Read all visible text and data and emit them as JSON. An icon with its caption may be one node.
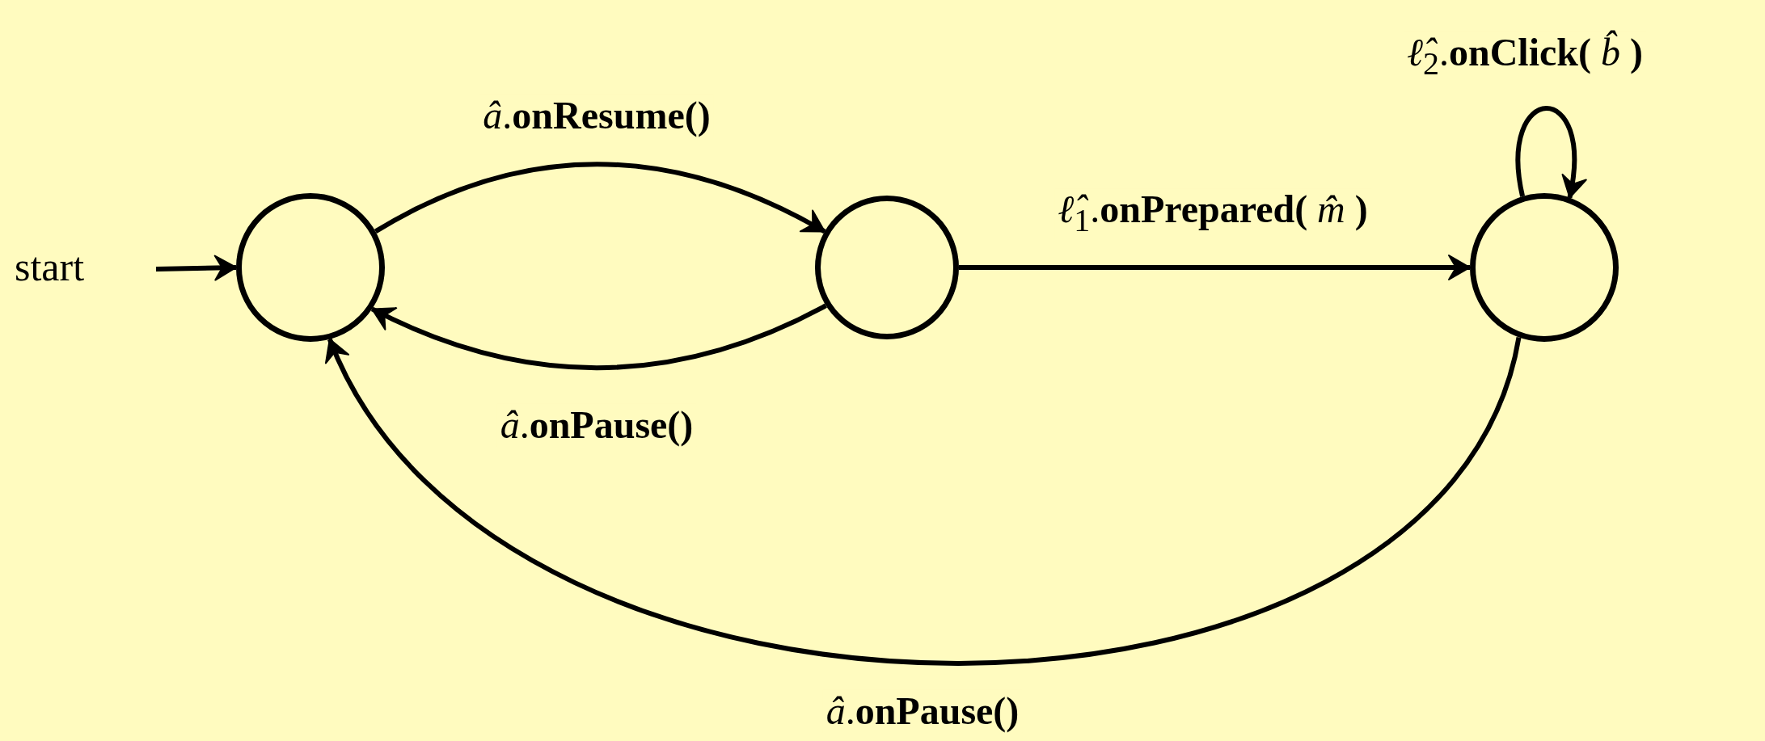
{
  "diagram": {
    "nodes": [
      {
        "text": [
          "start"
        ]
      },
      {
        "text": [],
        "shape": "circle"
      },
      {
        "text": [],
        "shape": "circle"
      },
      {
        "text": [],
        "shape": "circle"
      }
    ],
    "edges": [
      {
        "from": 0,
        "to": 1,
        "arrow": "to"
      },
      {
        "from": 1,
        "to": 2,
        "arrow": "to",
        "label": "*â*.**onResume()**"
      },
      {
        "from": 2,
        "to": 1,
        "arrow": "to",
        "label": "*â*.**onPause()**"
      },
      {
        "from": 2,
        "to": 3,
        "arrow": "to",
        "label": "*ℓ̂*$_{1}$.**onPrepared(** *m̂* **)**"
      },
      {
        "from": 3,
        "to": 3,
        "arrow": "to",
        "label": "*ℓ̂*$_{2}$.**onClick(** *b̂* **)**"
      },
      {
        "from": 3,
        "to": 1,
        "arrow": "to",
        "label": "*â*.**onPause()**"
      }
    ]
  }
}
